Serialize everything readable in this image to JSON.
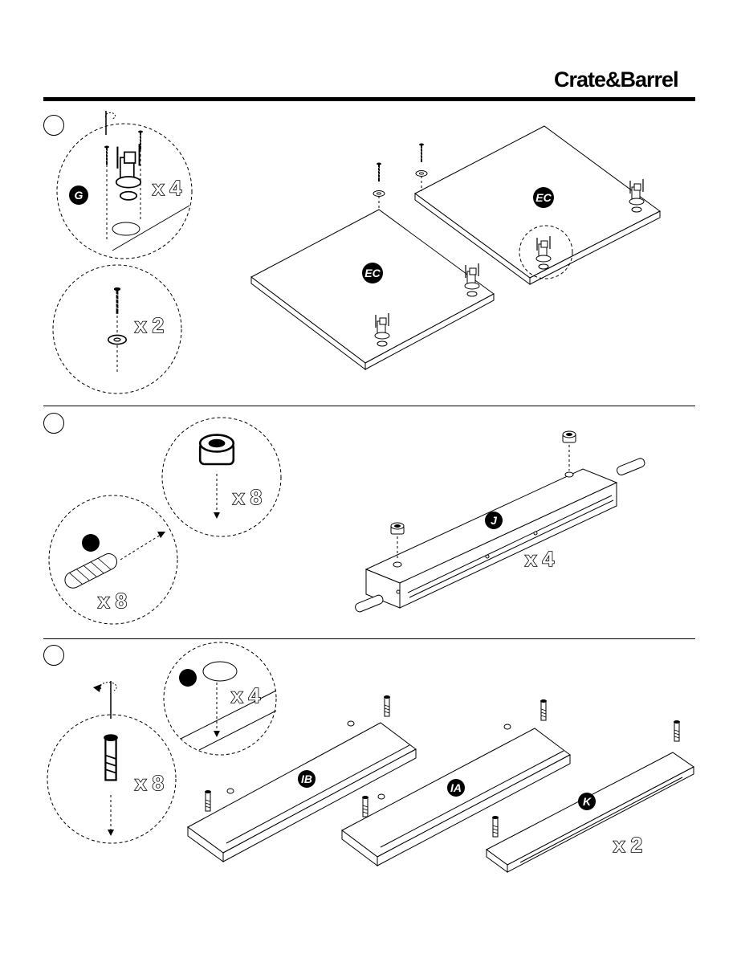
{
  "header": {
    "brand": "Crate&Barrel"
  },
  "step1": {
    "detail_part_label": "G",
    "detail_qty": "x 4",
    "screw_qty": "x 2",
    "panel_labels": [
      "EC",
      "EC"
    ]
  },
  "step2": {
    "cam_qty": "x 8",
    "dowel_qty": "x 8",
    "rail_label": "J",
    "rail_qty": "x 4"
  },
  "step3": {
    "bolt_qty": "x 8",
    "cap_qty": "x 4",
    "rail_labels": [
      "IB",
      "IA",
      "K"
    ],
    "k_qty": "x 2"
  }
}
